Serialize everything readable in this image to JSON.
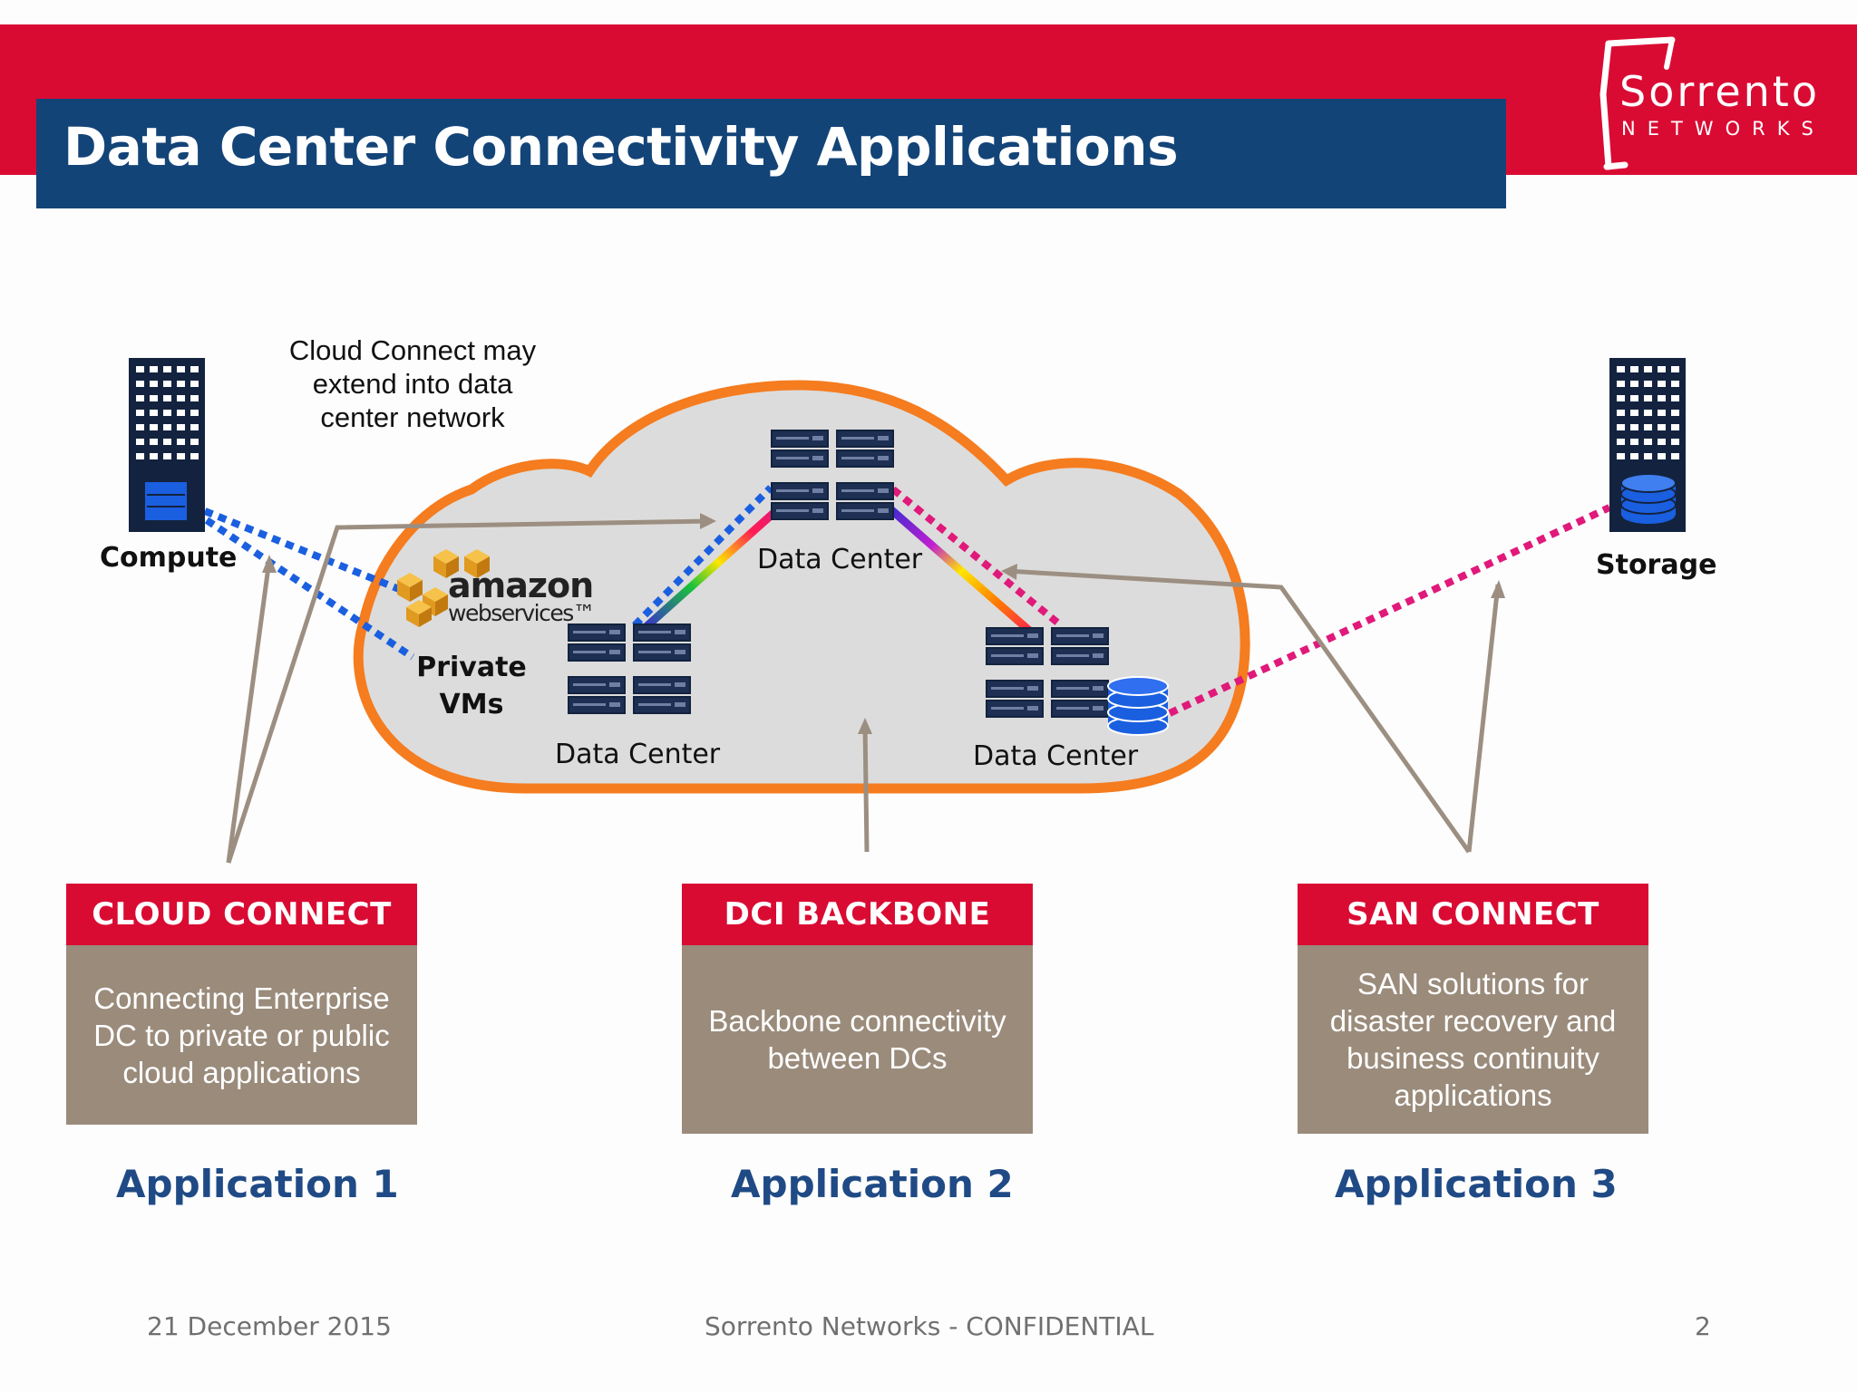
{
  "slide": {
    "title": "Data Center Connectivity Applications",
    "logo": {
      "word": "Sorrento",
      "sub": "NETWORKS"
    }
  },
  "colors": {
    "brand_red": "#da0b33",
    "title_blue": "#134478",
    "cloud_outline": "#f57c1f",
    "cloud_fill": "#dcdcdc",
    "box_body": "#9a8b7b",
    "app_blue": "#1f4a85",
    "link_blue": "#1a5fe0",
    "link_magenta": "#e0197a",
    "arrow_gray": "#9c8f82"
  },
  "diagram": {
    "compute_label": "Compute",
    "storage_label": "Storage",
    "note": "Cloud Connect may\nextend into data\ncenter network",
    "aws": {
      "line1": "amazon",
      "line2": "webservices™"
    },
    "private_vms": "Private\nVMs",
    "dc_top": "Data Center",
    "dc_left": "Data Center",
    "dc_right": "Data Center"
  },
  "applications": [
    {
      "header": "CLOUD CONNECT",
      "body": "Connecting Enterprise\nDC to private or public\ncloud applications",
      "label": "Application 1"
    },
    {
      "header": "DCI BACKBONE",
      "body": "Backbone connectivity\nbetween DCs",
      "label": "Application 2"
    },
    {
      "header": "SAN CONNECT",
      "body": "SAN solutions for\ndisaster recovery and\nbusiness continuity\napplications",
      "label": "Application 3"
    }
  ],
  "footer": {
    "date": "21 December 2015",
    "center": "Sorrento Networks - CONFIDENTIAL",
    "page": "2"
  }
}
